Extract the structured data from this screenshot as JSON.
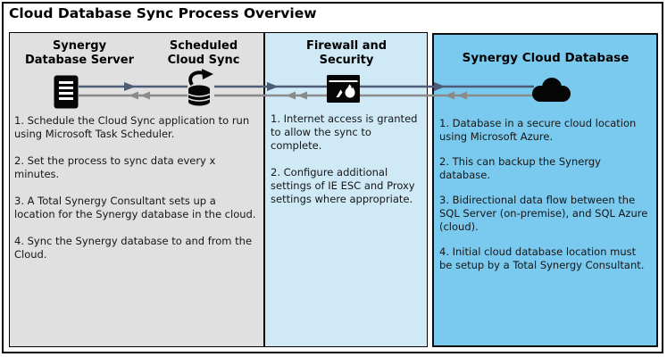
{
  "title": "Cloud Database Sync Process Overview",
  "colors": {
    "onprem_panel_bg": "#e0e0e0",
    "firewall_panel_bg": "#cfe9f7",
    "cloud_panel_bg": "#7ac9ee",
    "forward_arrow": "#4e5c77",
    "return_arrow": "#8a8a8a",
    "icon_fill": "#060606"
  },
  "panels": {
    "onprem": {
      "header_server": "Synergy\nDatabase Server",
      "header_sync": "Scheduled\nCloud Sync",
      "steps": [
        "1. Schedule the Cloud Sync application to run using Microsoft Task Scheduler.",
        "2. Set the process to sync data every x minutes.",
        "3. A Total Synergy Consultant sets up a location for the Synergy database in the cloud.",
        "4. Sync the Synergy database to and from the Cloud."
      ]
    },
    "firewall": {
      "header": "Firewall and\nSecurity",
      "steps": [
        "1. Internet access is granted to allow the sync to complete.",
        "2. Configure additional settings of IE ESC and Proxy settings where appropriate."
      ]
    },
    "cloud": {
      "header": "Synergy Cloud Database",
      "steps": [
        "1. Database in a secure cloud location using Microsoft Azure.",
        "2. This can backup the Synergy database.",
        "3. Bidirectional data flow between the SQL Server (on-premise), and SQL Azure (cloud).",
        "4. Initial cloud database location must be setup by a Total Synergy Consultant."
      ]
    }
  },
  "icons": {
    "server": "server-icon",
    "sync": "database-sync-icon",
    "firewall": "firewall-icon",
    "cloud": "cloud-icon"
  }
}
